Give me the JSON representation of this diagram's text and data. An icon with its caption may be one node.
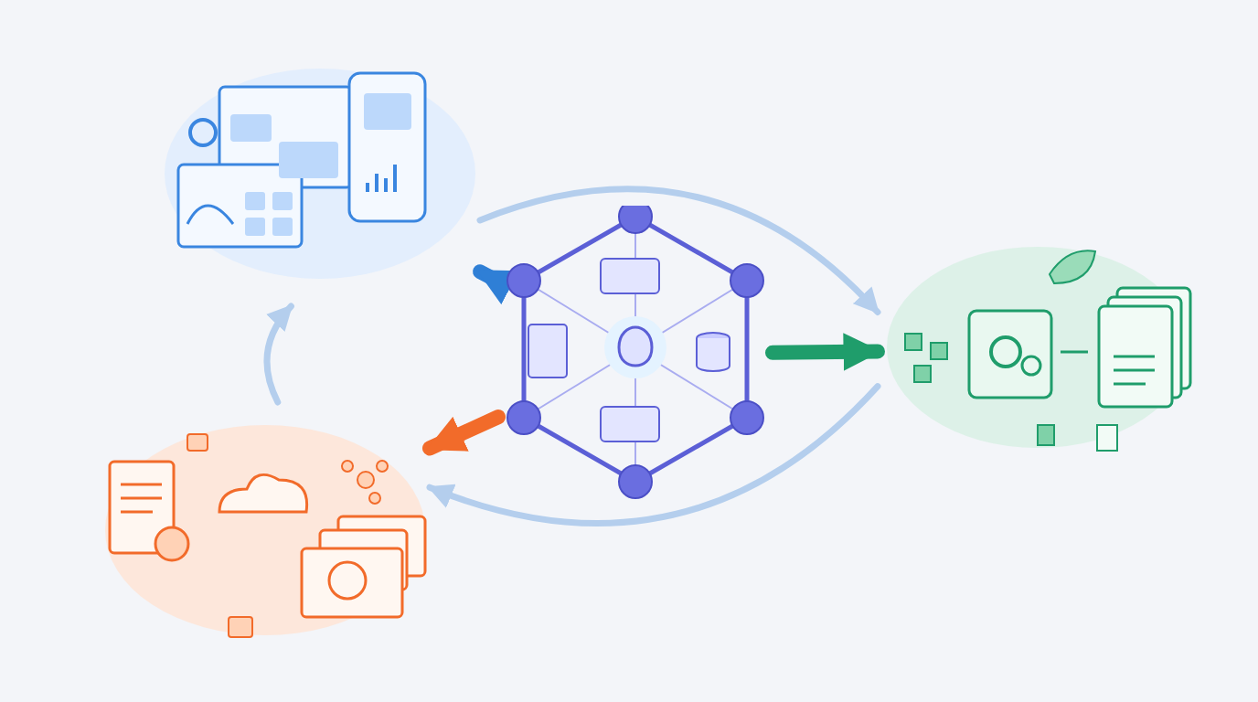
{
  "diagram": {
    "nodes": [
      {
        "text": [],
        "shape": "picture"
      },
      {
        "text": [],
        "shape": "picture"
      },
      {
        "text": [],
        "shape": "picture"
      },
      {
        "text": [],
        "shape": "picture"
      }
    ],
    "edges": [
      {
        "from": 0,
        "to": 1,
        "arrow": "to",
        "style": "thick",
        "color": "#2f7fd6"
      },
      {
        "from": 0,
        "to": 2,
        "arrow": "to",
        "style": "thick",
        "color": "#1f9d6b"
      },
      {
        "from": 0,
        "to": 3,
        "arrow": "to",
        "style": "thick",
        "color": "#f26b2a"
      },
      {
        "from": 1,
        "to": 2,
        "arrow": "to"
      },
      {
        "from": 2,
        "to": 3,
        "arrow": "to"
      },
      {
        "from": 3,
        "to": 1,
        "arrow": "to"
      }
    ]
  }
}
